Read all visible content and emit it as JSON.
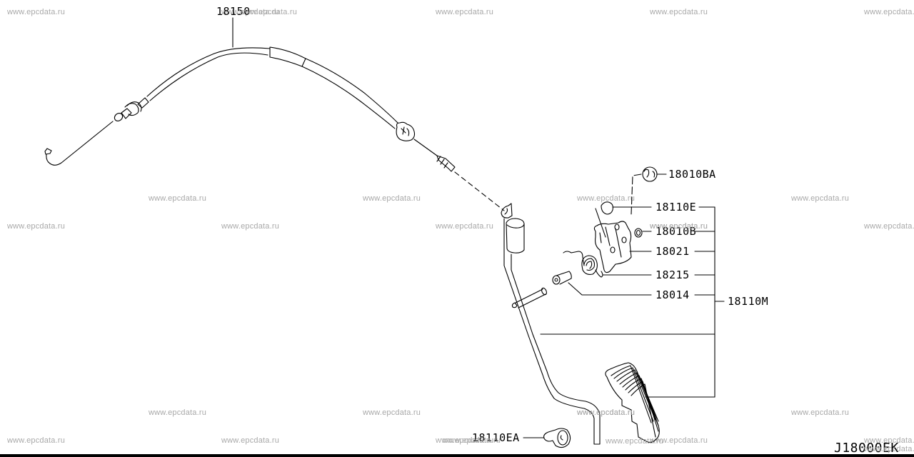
{
  "diagram": {
    "code": "J18000EK",
    "watermark": "www.epcdata.ru",
    "parts": {
      "cable": "18150",
      "nut_top": "18010BA",
      "bumper": "18110E",
      "nut": "18010B",
      "bracket": "18021",
      "spring": "18215",
      "bushing": "18014",
      "pedal_assembly": "18110M",
      "pedal_stopper": "18110EA"
    }
  },
  "watermarks": [
    "www.epcdata.ru",
    "www.epcdata.ru",
    "www.epcdata.ru",
    "www.epcdata.ru",
    "www.epcdata.ru",
    "www.epcdata.ru",
    "www.epcdata.ru",
    "www.epcdata.ru",
    "www.epcdata.ru",
    "www.epcdata.ru",
    "www.epcdata.ru",
    "www.epcdata.ru",
    "www.epcdata.ru",
    "www.epcdata.ru",
    "www.epcdata.ru",
    "www.epcdata.ru",
    "www.epcdata.ru",
    "www.epcdata.ru",
    "www.epcdata.ru",
    "www.epcdata.ru",
    "www.epcdata.ru",
    "www.epcdata.ru",
    "www.epcdata.ru",
    "www.epcdata.ru",
    "www.epcdata.ru",
    "www.epcdata.ru",
    "www.epcdata.ru",
    "www.epcdata.ru",
    "www.epcdata.ru"
  ]
}
